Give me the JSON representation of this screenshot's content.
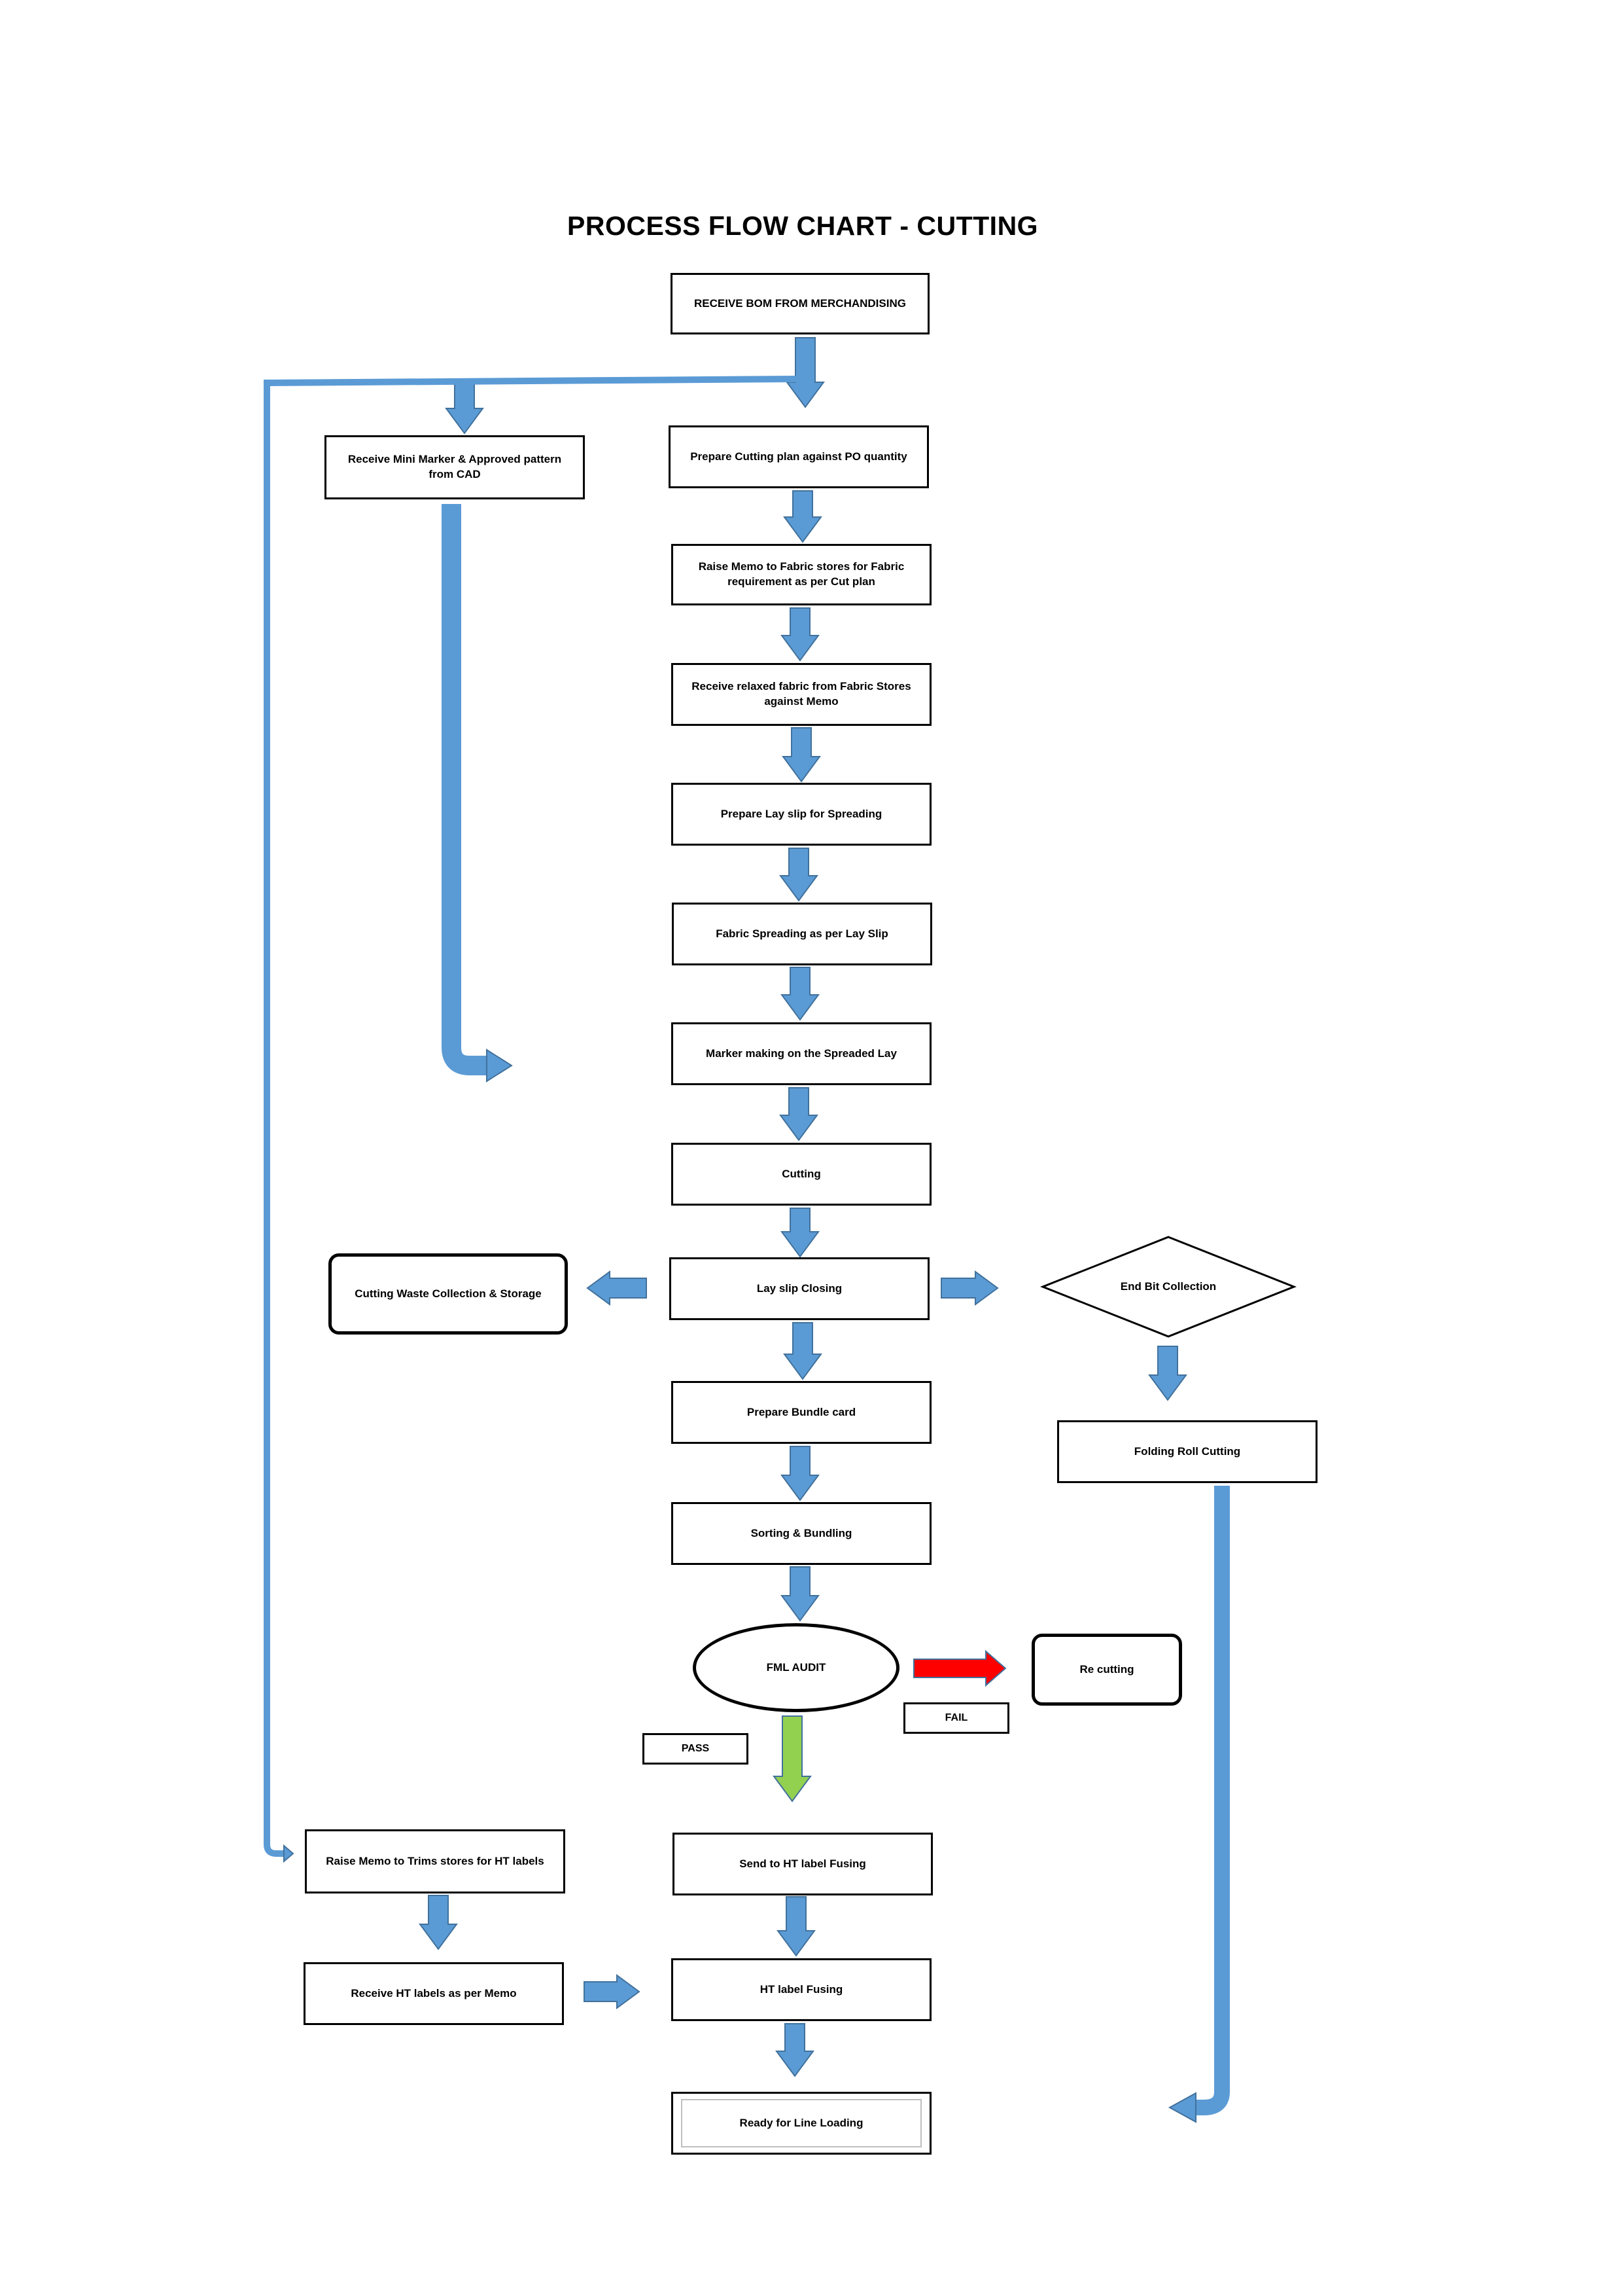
{
  "title": "PROCESS FLOW CHART - CUTTING",
  "colors": {
    "arrow": "#5b9bd5",
    "arrow_outline": "#41719c",
    "fail_arrow": "#ff0000",
    "pass_arrow": "#92d050"
  },
  "nodes": {
    "receive_bom": "RECEIVE BOM FROM MERCHANDISING",
    "mini_marker": "Receive Mini Marker & Approved pattern from CAD",
    "cutting_plan": "Prepare Cutting plan against PO quantity",
    "raise_memo_fabric": "Raise Memo to Fabric stores for Fabric requirement as per Cut plan",
    "receive_fabric": "Receive relaxed fabric from Fabric Stores against Memo",
    "lay_slip": "Prepare Lay slip for Spreading",
    "spreading": "Fabric Spreading as per Lay Slip",
    "marker_making": "Marker making on the Spreaded Lay",
    "cutting": "Cutting",
    "waste": "Cutting Waste Collection & Storage",
    "lay_slip_closing": "Lay slip Closing",
    "end_bit": "End Bit Collection",
    "bundle_card": "Prepare Bundle card",
    "folding_roll": "Folding Roll Cutting",
    "sorting": "Sorting & Bundling",
    "fml_audit": "FML AUDIT",
    "re_cutting": "Re cutting",
    "fail": "FAIL",
    "pass": "PASS",
    "raise_memo_trims": "Raise Memo to Trims stores for HT labels",
    "send_ht": "Send to HT label Fusing",
    "receive_ht": "Receive HT labels as per Memo",
    "ht_fusing": "HT label Fusing",
    "ready": "Ready for Line Loading"
  }
}
